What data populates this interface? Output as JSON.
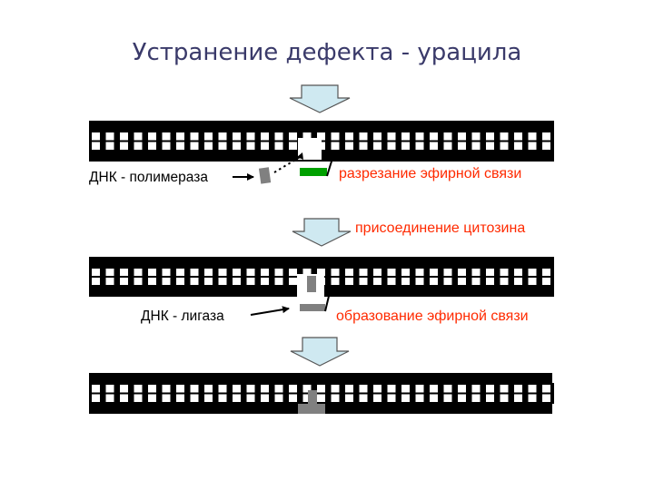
{
  "title": "Устранение дефекта - урацила",
  "labels": {
    "dna_polymerase": "ДНК - полимераза",
    "ester_cleavage": "разрезание эфирной связи",
    "cytosine_addition": "присоединение цитозина",
    "dna_ligase": "ДНК - лигаза",
    "ester_formation": "образование эфирной связи"
  },
  "colors": {
    "text_primary": "#3a3a6a",
    "text_label": "#000000",
    "text_accent": "#ff2a00",
    "dna_strand": "#000000",
    "base_white": "#ffffff",
    "arrow_fill": "#cfe9f1",
    "arrow_stroke": "#555555",
    "nucleotide_green": "#00a000",
    "nucleotide_gray": "#808080"
  },
  "icons": {
    "flow_arrow": "down-block-arrow-icon",
    "pointer_arrow": "arrow-right-icon"
  }
}
